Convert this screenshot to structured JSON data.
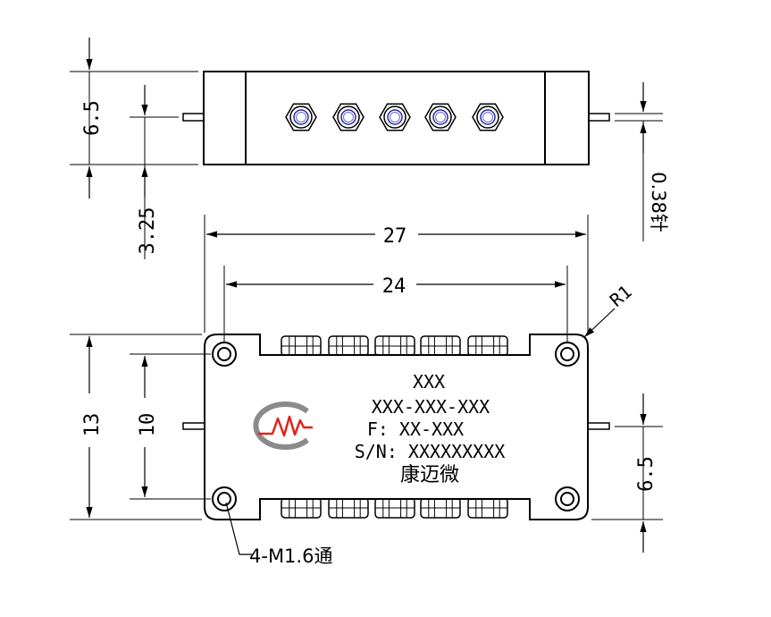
{
  "dimensions": {
    "top_height": "6.5",
    "top_half": "3.25",
    "pin_diameter": "0.38针",
    "overall_length": "27",
    "hole_spacing": "24",
    "corner_radius": "R1",
    "overall_width": "13",
    "hole_spacing_vertical": "10",
    "pin_offset": "6.5",
    "mount_holes": "4-M1.6通"
  },
  "label": {
    "line1": "XXX",
    "line2": "XXX-XXX-XXX",
    "line3": "F: XX-XXX",
    "line4": "S/N: XXXXXXXXX",
    "line5": "康迈微"
  },
  "logo": {
    "ring_color": "#8b8b8b",
    "mark_color": "#e2231a",
    "name": "company-logo"
  }
}
